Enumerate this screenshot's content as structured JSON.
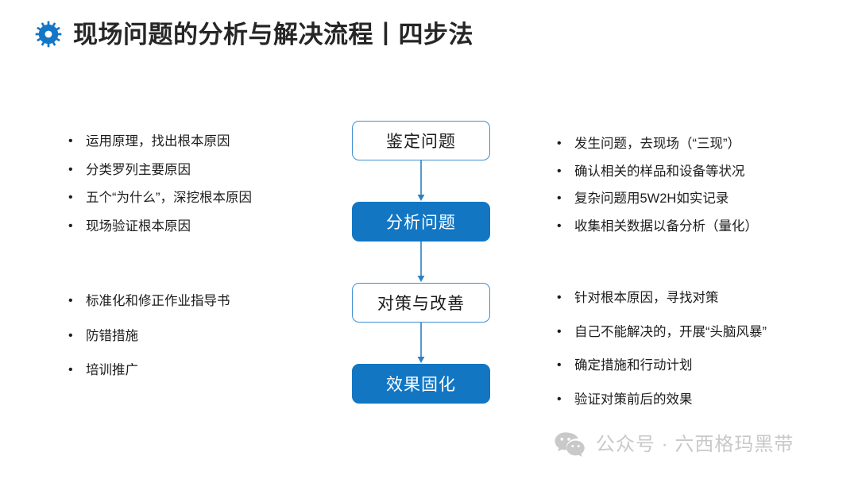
{
  "header": {
    "icon": "gear-icon",
    "title": "现场问题的分析与解决流程丨四步法",
    "title_color": "#262626",
    "icon_color": "#1476C6"
  },
  "colors": {
    "accent_blue": "#1276C3",
    "outline_blue": "#3f8fd0",
    "connector_blue": "#2e7fc2",
    "watermark_gray": "#c9c9c9"
  },
  "left_column_top": {
    "bullet": "•",
    "items": [
      "运用原理，找出根本原因",
      "分类罗列主要原因",
      "五个“为什么”，深挖根本原因",
      "现场验证根本原因"
    ]
  },
  "left_column_bottom": {
    "bullet": "•",
    "items": [
      "标准化和修正作业指导书",
      "防错措施",
      "培训推广"
    ]
  },
  "right_column_top": {
    "bullet": "•",
    "items": [
      "发生问题，去现场（“三现”）",
      "确认相关的样品和设备等状况",
      "复杂问题用5W2H如实记录",
      "收集相关数据以备分析（量化）"
    ]
  },
  "right_column_bottom": {
    "bullet": "•",
    "items": [
      "针对根本原因，寻找对策",
      "自己不能解决的，开展“头脑风暴”",
      "确定措施和行动计划",
      "验证对策前后的效果"
    ]
  },
  "flow": {
    "steps": [
      {
        "label": "鉴定问题",
        "style": "outline"
      },
      {
        "label": "分析问题",
        "style": "filled"
      },
      {
        "label": "对策与改善",
        "style": "outline"
      },
      {
        "label": "效果固化",
        "style": "filled"
      }
    ],
    "connector_icon": "down-arrow-icon"
  },
  "footer": {
    "icon": "wechat-icon",
    "text": "公众号 · 六西格玛黑带"
  }
}
